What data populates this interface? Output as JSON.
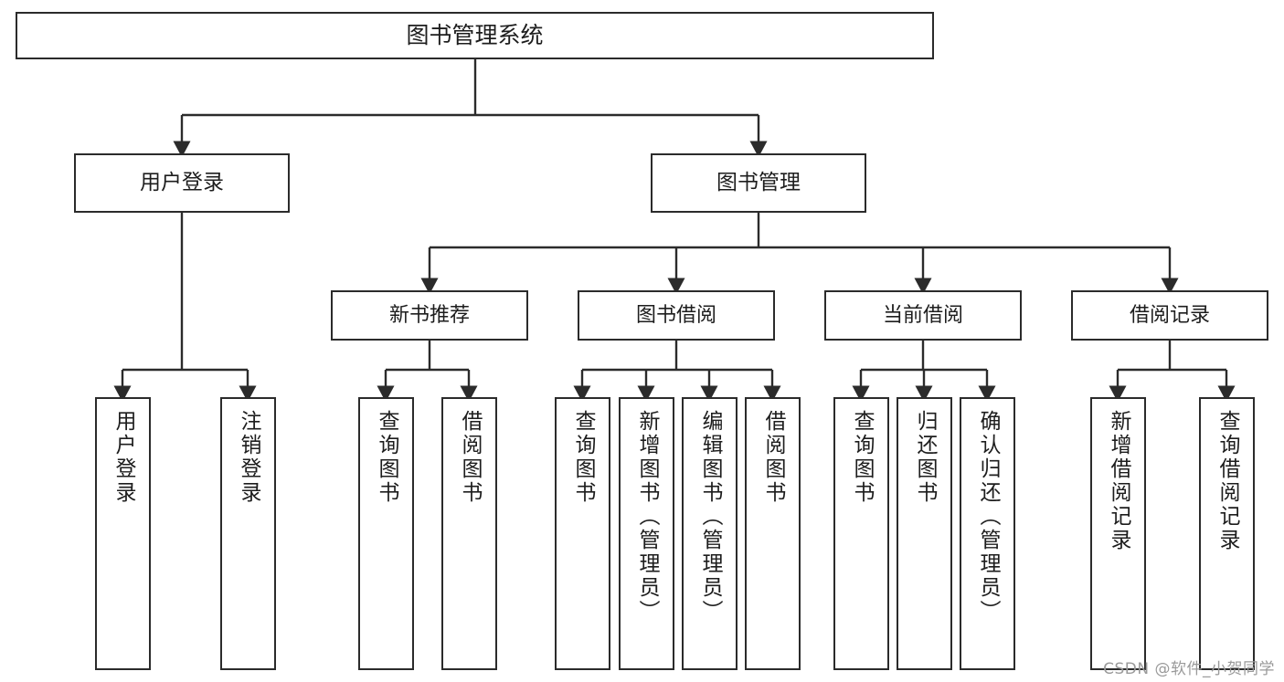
{
  "diagram": {
    "title": "图书管理系统",
    "type": "tree-hierarchy",
    "colors": {
      "box_border": "#2b2b2b",
      "box_fill": "#ffffff",
      "connector": "#2b2b2b",
      "text": "#1d1d1d",
      "watermark": "#9a9a9a",
      "background": "#ffffff"
    },
    "root": {
      "label": "图书管理系统"
    },
    "level2": [
      {
        "label": "用户登录"
      },
      {
        "label": "图书管理"
      }
    ],
    "level3": [
      {
        "label": "新书推荐"
      },
      {
        "label": "图书借阅"
      },
      {
        "label": "当前借阅"
      },
      {
        "label": "借阅记录"
      }
    ],
    "leaves": {
      "user_login": [
        {
          "label": "用户登录"
        },
        {
          "label": "注销登录"
        }
      ],
      "new_book_recommend": [
        {
          "label": "查询图书"
        },
        {
          "label": "借阅图书"
        }
      ],
      "book_borrow": [
        {
          "label": "查询图书"
        },
        {
          "label": "新增图书（管理员）"
        },
        {
          "label": "编辑图书（管理员）"
        },
        {
          "label": "借阅图书"
        }
      ],
      "current_borrow": [
        {
          "label": "查询图书"
        },
        {
          "label": "归还图书"
        },
        {
          "label": "确认归还（管理员）"
        }
      ],
      "borrow_record": [
        {
          "label": "新增借阅记录"
        },
        {
          "label": "查询借阅记录"
        }
      ]
    }
  },
  "watermark": {
    "text": "CSDN @软件_小贺同学"
  }
}
